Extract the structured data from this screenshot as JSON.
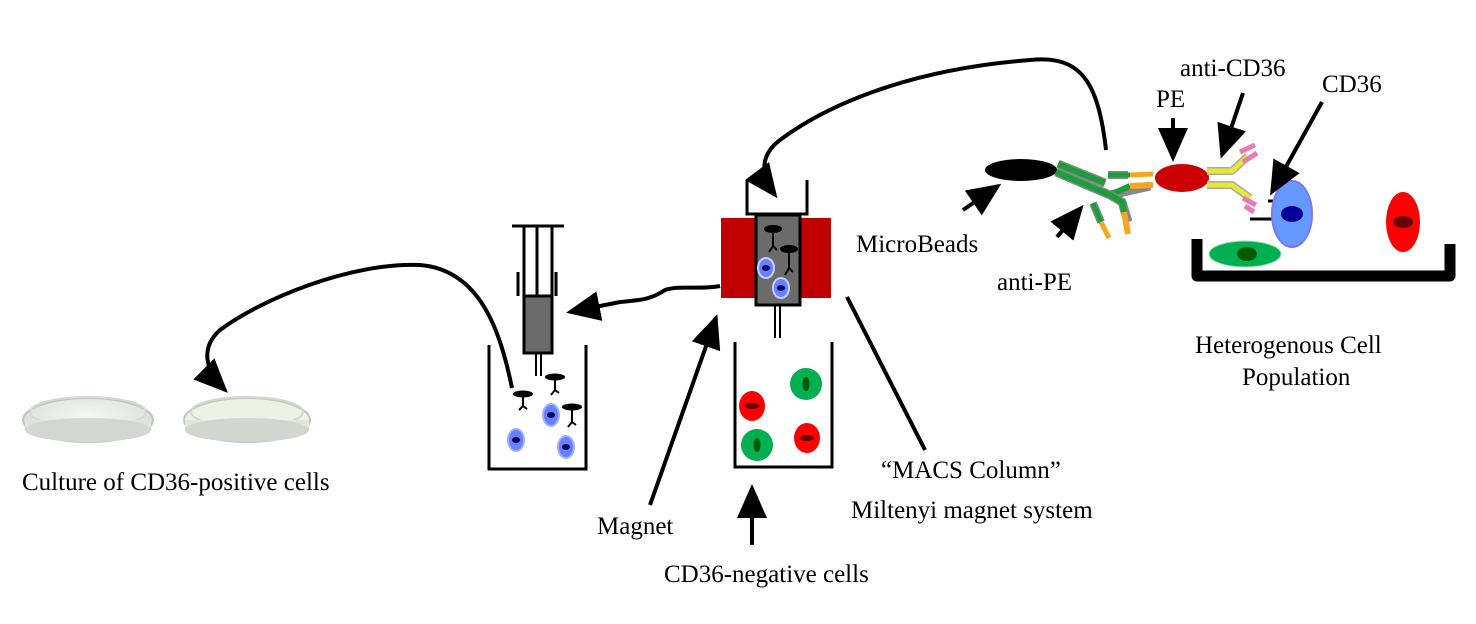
{
  "diagram": {
    "title": "CD36-positive cell isolation with MACS MicroBeads",
    "labels": {
      "anti_cd36": "anti-CD36",
      "pe": "PE",
      "cd36": "CD36",
      "microbeads": "MicroBeads",
      "anti_pe": "anti-PE",
      "heterogenous_line1": "Heterogenous Cell",
      "heterogenous_line2": "Population",
      "macs_line1": "“MACS Column”",
      "macs_line2": "Miltenyi magnet system",
      "magnet": "Magnet",
      "cd36_negative": "CD36-negative cells",
      "culture": "Culture of CD36-positive cells"
    },
    "colors": {
      "cd36_positive_cell": "#6699ff",
      "cd36_positive_nucleus": "#000099",
      "red_cell": "#ff0000",
      "red_nucleus": "#660000",
      "green_cell": "#00b050",
      "green_nucleus": "#005a00",
      "pe": "#cc0000",
      "magnet": "#c00000",
      "column": "#6b6b6b",
      "anti_pe_green": "#1a9e3a",
      "anti_pe_orange": "#f5a623",
      "anti_cd36_yellow": "#e8e832",
      "anti_cd36_pink": "#e87ab4"
    }
  }
}
